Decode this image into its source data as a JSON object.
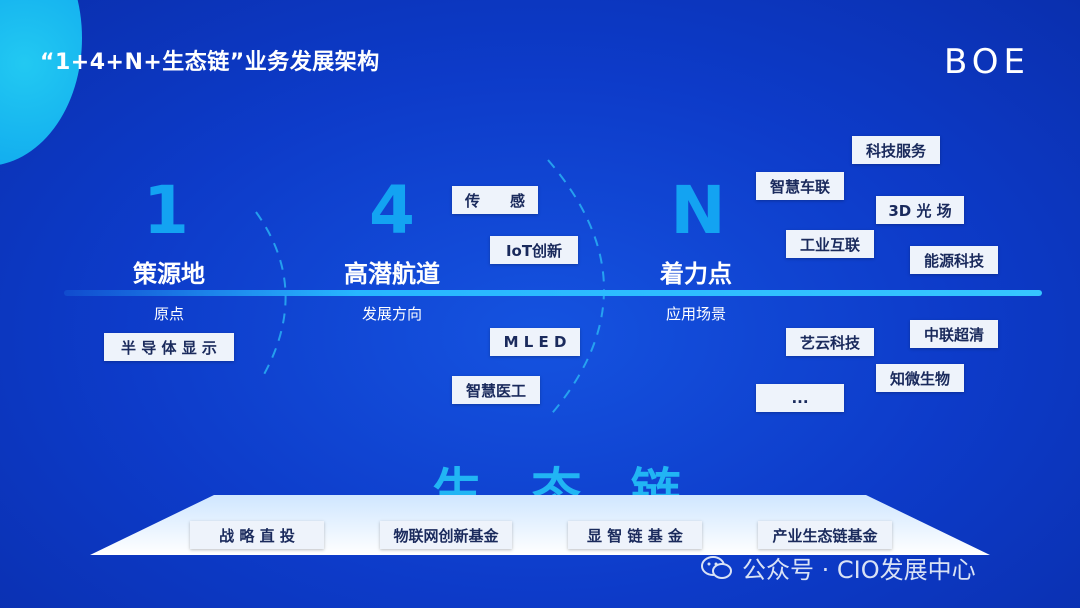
{
  "title": "“1+4+N+生态链”业务发展架构",
  "logo": "BOE",
  "stages": [
    {
      "big": "1",
      "name": "策源地",
      "sub": "原点"
    },
    {
      "big": "4",
      "name": "高潜航道",
      "sub": "发展方向"
    },
    {
      "big": "N",
      "name": "着力点",
      "sub": "应用场景"
    }
  ],
  "origin_item": "半 导 体 显 示",
  "channels": [
    "传　　感",
    "IoT创新",
    "M L E D",
    "智慧医工"
  ],
  "applications": [
    "科技服务",
    "智慧车联",
    "3D 光 场",
    "工业互联",
    "能源科技",
    "中联超清",
    "艺云科技",
    "知微生物",
    "..."
  ],
  "ecosystem": {
    "title": "生 态 链",
    "items": [
      "战 略 直 投",
      "物联网创新基金",
      "显 智 链 基 金",
      "产业生态链基金"
    ]
  },
  "watermark": "公众号 · CIO发展中心",
  "colors": {
    "background": "#0d3bc9",
    "accent": "#13a3f2",
    "box": "#eef3fb"
  }
}
